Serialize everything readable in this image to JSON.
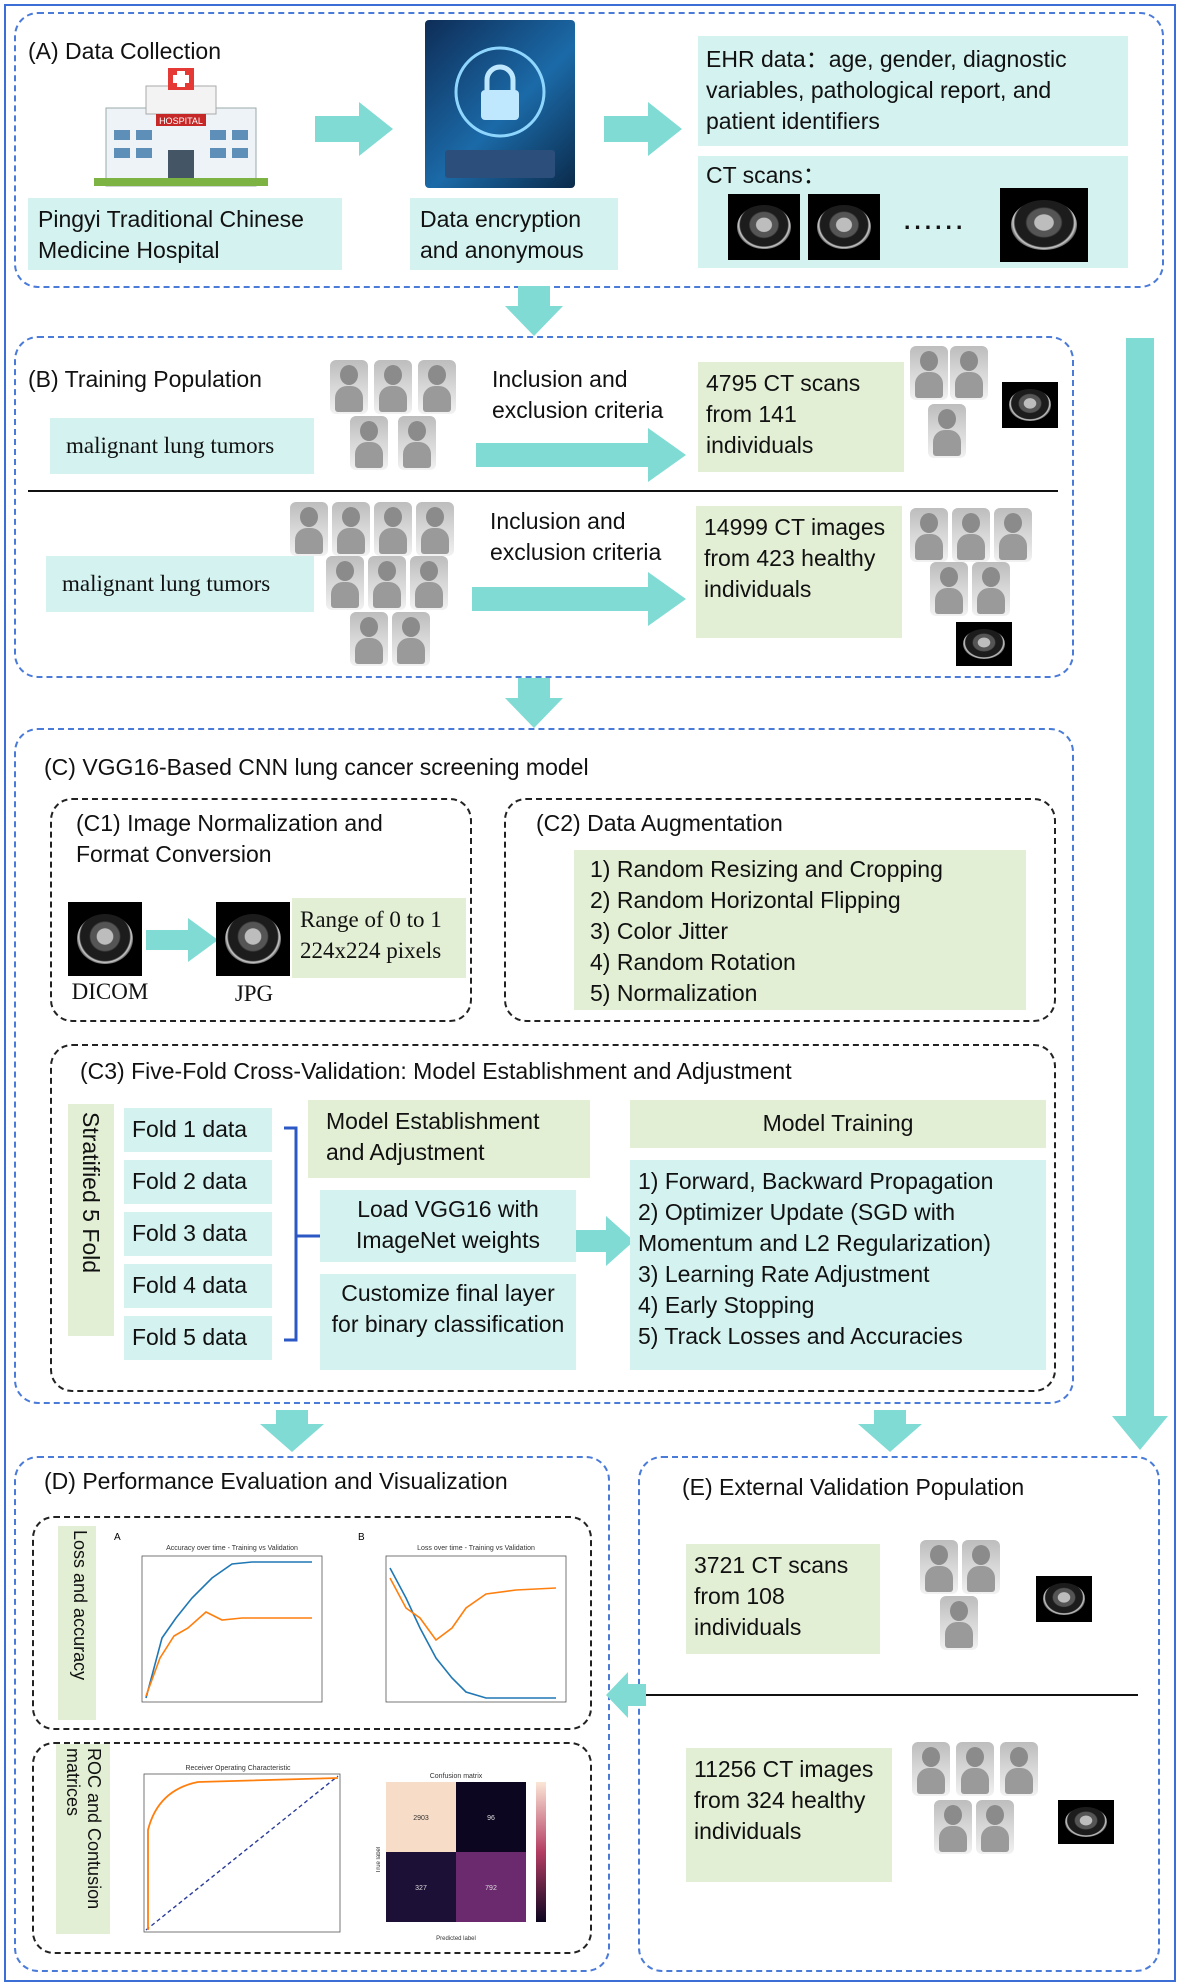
{
  "colors": {
    "border_blue": "#4a7bd9",
    "cyan_box": "#d4f2ef",
    "green_box": "#e2efd5",
    "arrow": "#7fdbd4"
  },
  "a": {
    "title": "(A)   Data Collection",
    "hospital_label": "Pingyi Traditional Chinese Medicine Hospital",
    "hospital_sign": "HOSPITAL",
    "encrypt_label": "Data encryption and anonymous",
    "ehr_label": "EHR data：age, gender, diagnostic variables, pathological report, and patient identifiers",
    "ct_label": "CT scans：",
    "ellipsis": "......"
  },
  "b": {
    "title": "(B)   Training Population",
    "row1": {
      "source": "malignant lung tumors",
      "criteria": "Inclusion and exclusion criteria",
      "result": "4795 CT scans from 141 individuals"
    },
    "row2": {
      "source": "malignant lung tumors",
      "criteria": "Inclusion and exclusion criteria",
      "result": "14999 CT images from 423 healthy individuals"
    }
  },
  "c": {
    "title": "(C)   VGG16-Based CNN lung cancer screening model",
    "c1": {
      "title": "(C1) Image Normalization and Format Conversion",
      "from": "DICOM",
      "to": "JPG",
      "range": "Range of 0 to 1",
      "size": "224x224 pixels"
    },
    "c2": {
      "title": "(C2) Data Augmentation",
      "items": [
        "1) Random Resizing and Cropping",
        "2) Random Horizontal Flipping",
        "3) Color Jitter",
        "4) Random Rotation",
        "5) Normalization"
      ]
    },
    "c3": {
      "title": "(C3) Five-Fold Cross-Validation: Model Establishment and Adjustment",
      "stratified": "Stratified 5 Fold",
      "folds": [
        "Fold 1 data",
        "Fold 2 data",
        "Fold 3 data",
        "Fold 4 data",
        "Fold 5 data"
      ],
      "establish": "Model Establishment and Adjustment",
      "load": "Load VGG16 with ImageNet weights",
      "customize": "Customize final layer for binary classification",
      "training_title": "Model Training",
      "training_items": [
        "1) Forward, Backward Propagation",
        "2) Optimizer Update (SGD with Momentum and L2 Regularization)",
        "3) Learning Rate Adjustment",
        "4) Early Stopping",
        "5) Track Losses and Accuracies"
      ]
    }
  },
  "d": {
    "title": "(D) Performance Evaluation and Visualization",
    "panel1_label": "Loss and accuracy",
    "panel2_label": "ROC and Contusion matrices",
    "chart_a_letter": "A",
    "chart_b_letter": "B",
    "chart_a_title": "Accuracy over time - Training vs Validation",
    "chart_b_title": "Loss over time - Training vs Validation",
    "roc_title": "Receiver Operating Characteristic",
    "cm_title": "Confusion matrix",
    "cm_values": [
      "2903",
      "96",
      "327",
      "792"
    ],
    "cm_xlabel": "Predicted label",
    "cm_ylabel": "True label"
  },
  "e": {
    "title": "(E)    External Validation Population",
    "row1": "3721 CT scans from 108 individuals",
    "row2": "11256 CT images from 324 healthy individuals"
  }
}
